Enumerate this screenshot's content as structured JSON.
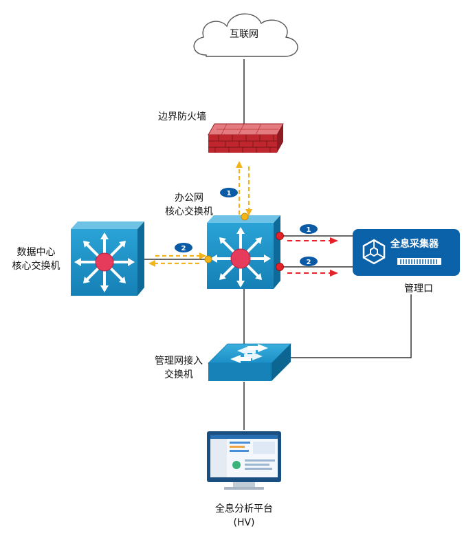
{
  "nodes": {
    "internet": "互联网",
    "firewall": "边界防火墙",
    "office_core": [
      "办公网",
      "核心交换机"
    ],
    "dc_core": [
      "数据中心",
      "核心交换机"
    ],
    "collector": "全息采集器",
    "mgmt_port": "管理口",
    "mgmt_access": [
      "管理网接入",
      "交换机"
    ],
    "platform": [
      "全息分析平台",
      "(HV)"
    ]
  },
  "flow_badges": {
    "firewall_flow": "1",
    "dc_flow": "2",
    "collector_flow_1": "1",
    "collector_flow_2": "2"
  },
  "colors": {
    "switch_blue": "#1a8fc4",
    "firewall_red": "#c0262d",
    "collector_blue": "#0c62a8",
    "flow_yellow": "#f2b31b",
    "mirror_red": "#e3222a",
    "badge_blue": "#0b5aa6",
    "hub_red": "#e63b5a"
  },
  "icons": [
    "cloud-icon",
    "firewall-brick-icon",
    "layer3-switch-icon",
    "collector-hex-icon",
    "layer2-switch-icon",
    "monitor-icon"
  ]
}
